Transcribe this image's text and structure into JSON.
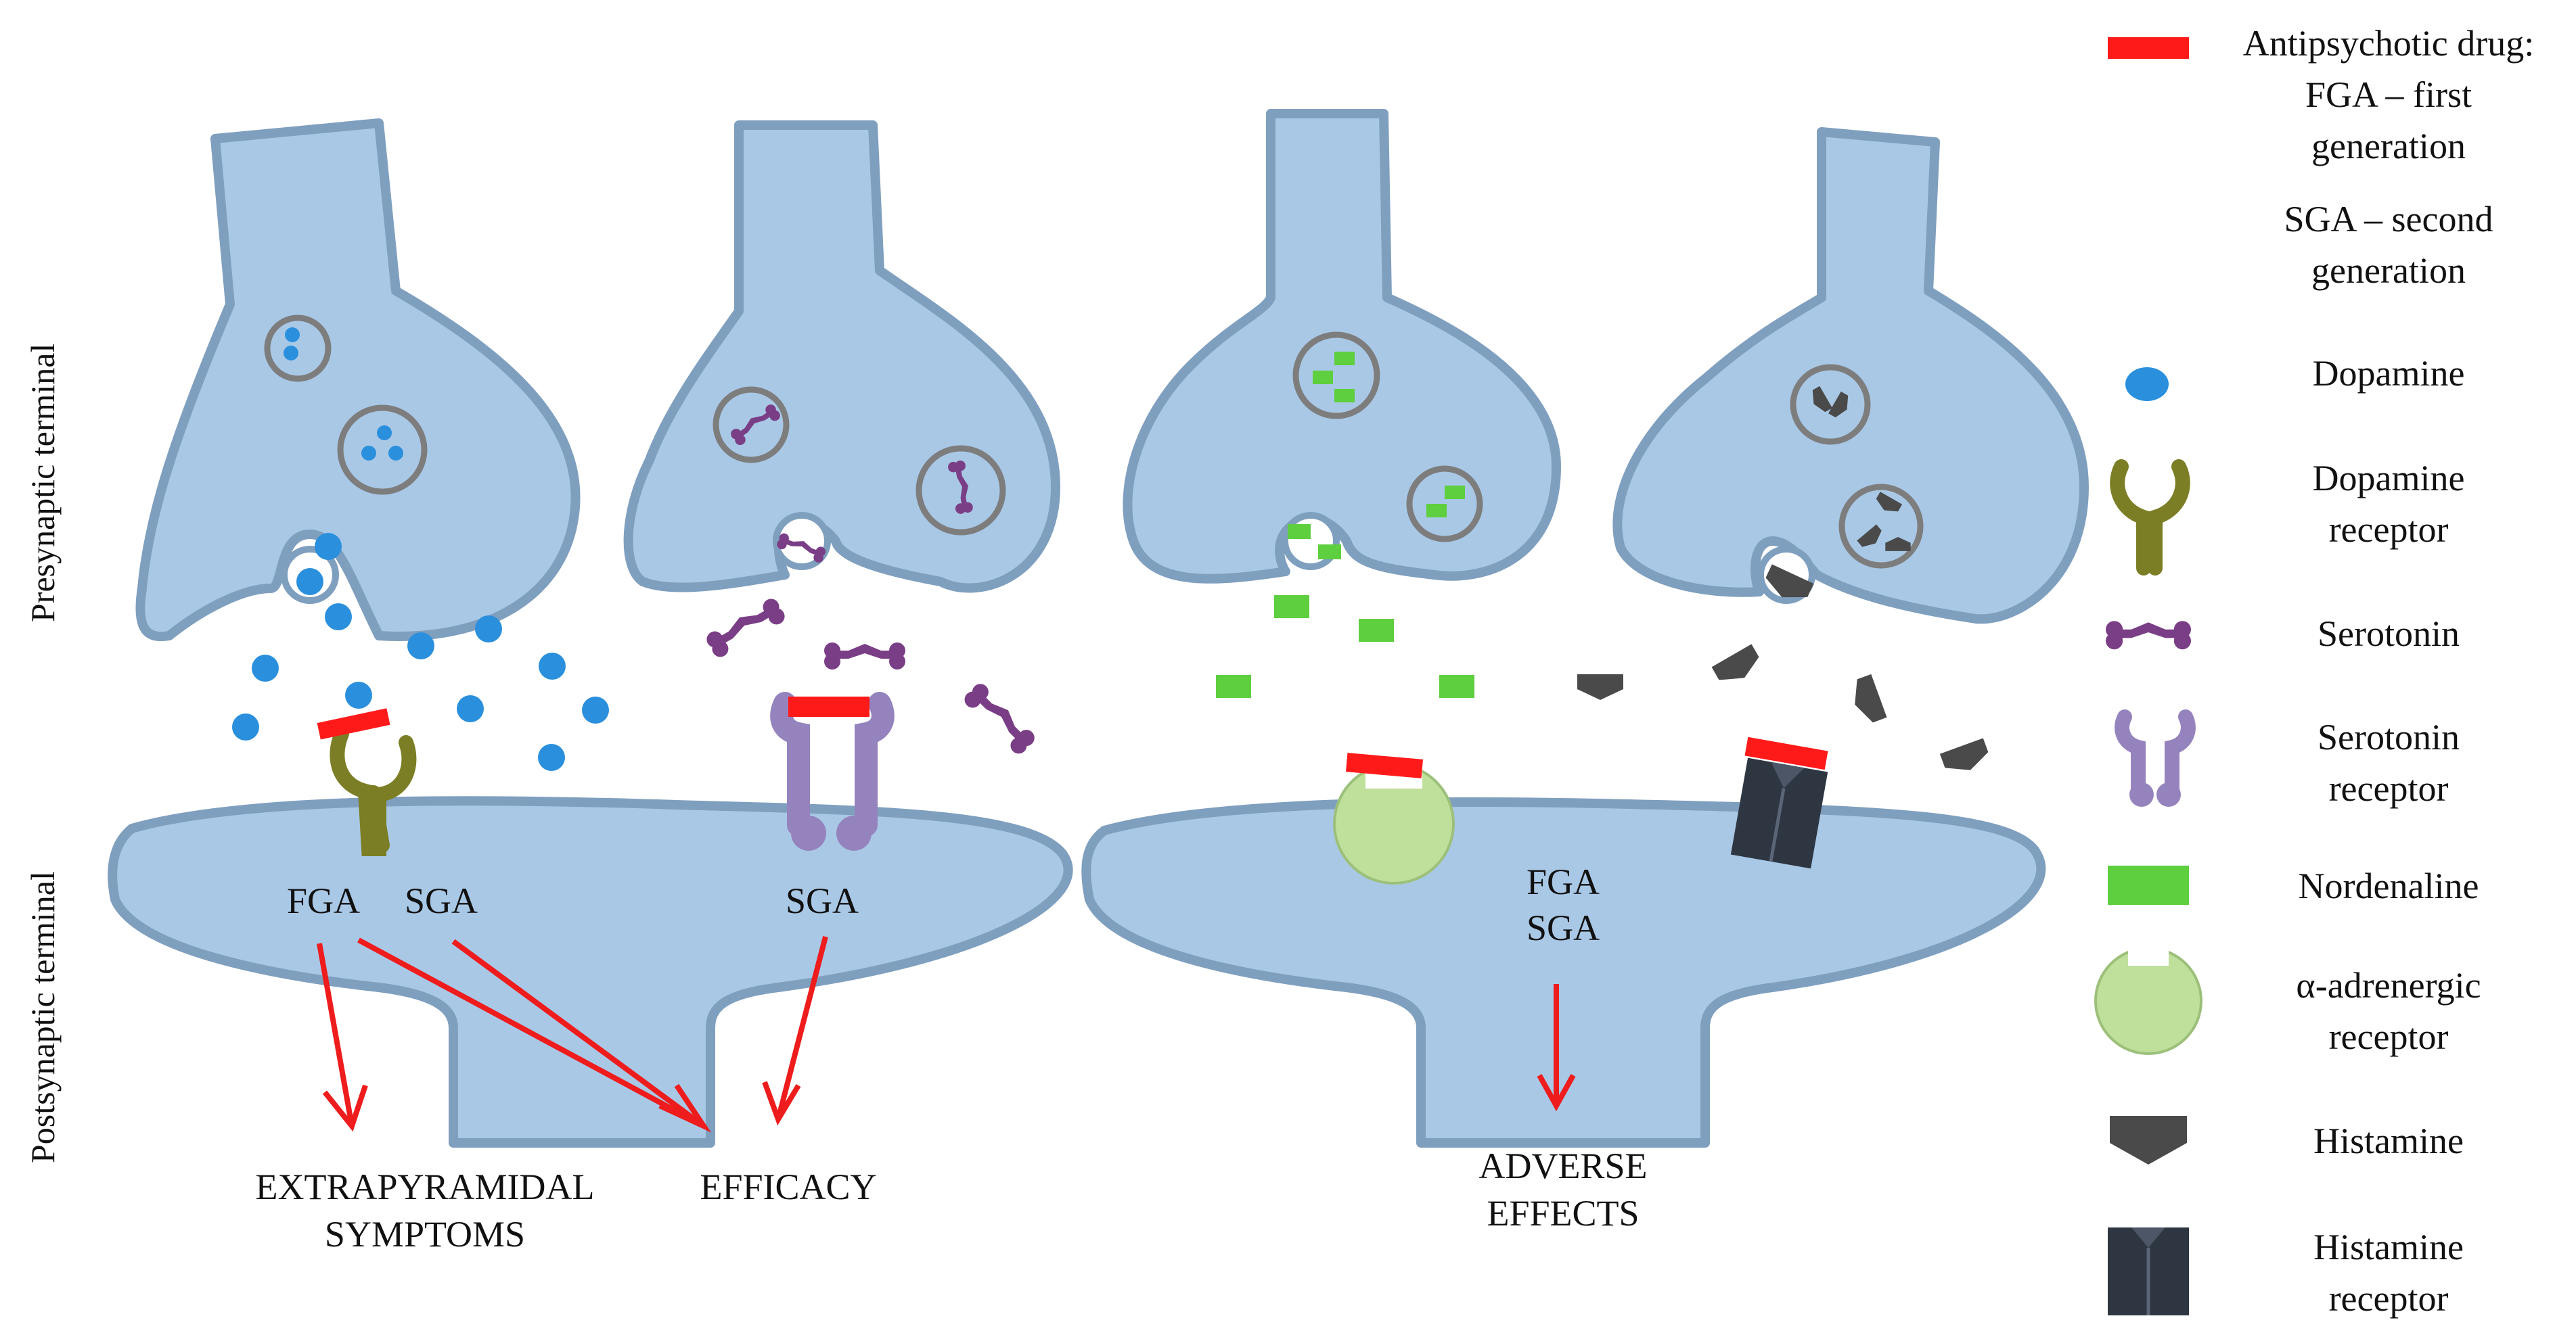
{
  "colors": {
    "neuron_fill": "#a9c8e6",
    "neuron_stroke": "#7f9fbf",
    "vesicle_stroke": "#7d7d7d",
    "dopamine": "#2a8fdc",
    "dopamine_receptor": "#7b7e24",
    "serotonin": "#7a3e86",
    "serotonin_receptor": "#9583bd",
    "noradrenaline": "#5ecf3e",
    "adrenergic_receptor": "#bfe09a",
    "histamine": "#4a4a4a",
    "histamine_receptor": "#2e3642",
    "drug": "#ff1a1a",
    "arrow": "#ee1c1c"
  },
  "side_labels": {
    "presynaptic": "Presynaptic terminal",
    "postsynaptic": "Postsynaptic terminal"
  },
  "left_panel": {
    "fga": "FGA",
    "sga_1": "SGA",
    "sga_2": "SGA",
    "outcome_1_line1": "EXTRAPYRAMIDAL",
    "outcome_1_line2": "SYMPTOMS",
    "outcome_2": "EFFICACY"
  },
  "right_panel": {
    "fga": "FGA",
    "sga": "SGA",
    "outcome_line1": "ADVERSE",
    "outcome_line2": "EFFECTS"
  },
  "legend": {
    "drug_line1": "Antipsychotic drug:",
    "drug_line2": "FGA – first",
    "drug_line3": "generation",
    "drug_line4": "SGA – second",
    "drug_line5": "generation",
    "dopamine": "Dopamine",
    "dopamine_receptor_line1": "Dopamine",
    "dopamine_receptor_line2": "receptor",
    "serotonin": "Serotonin",
    "serotonin_receptor_line1": "Serotonin",
    "serotonin_receptor_line2": "receptor",
    "noradrenaline": "Nordenaline",
    "adrenergic_line1": "α-adrenergic",
    "adrenergic_line2": "receptor",
    "histamine": "Histamine",
    "histamine_receptor_line1": "Histamine",
    "histamine_receptor_line2": "receptor"
  }
}
